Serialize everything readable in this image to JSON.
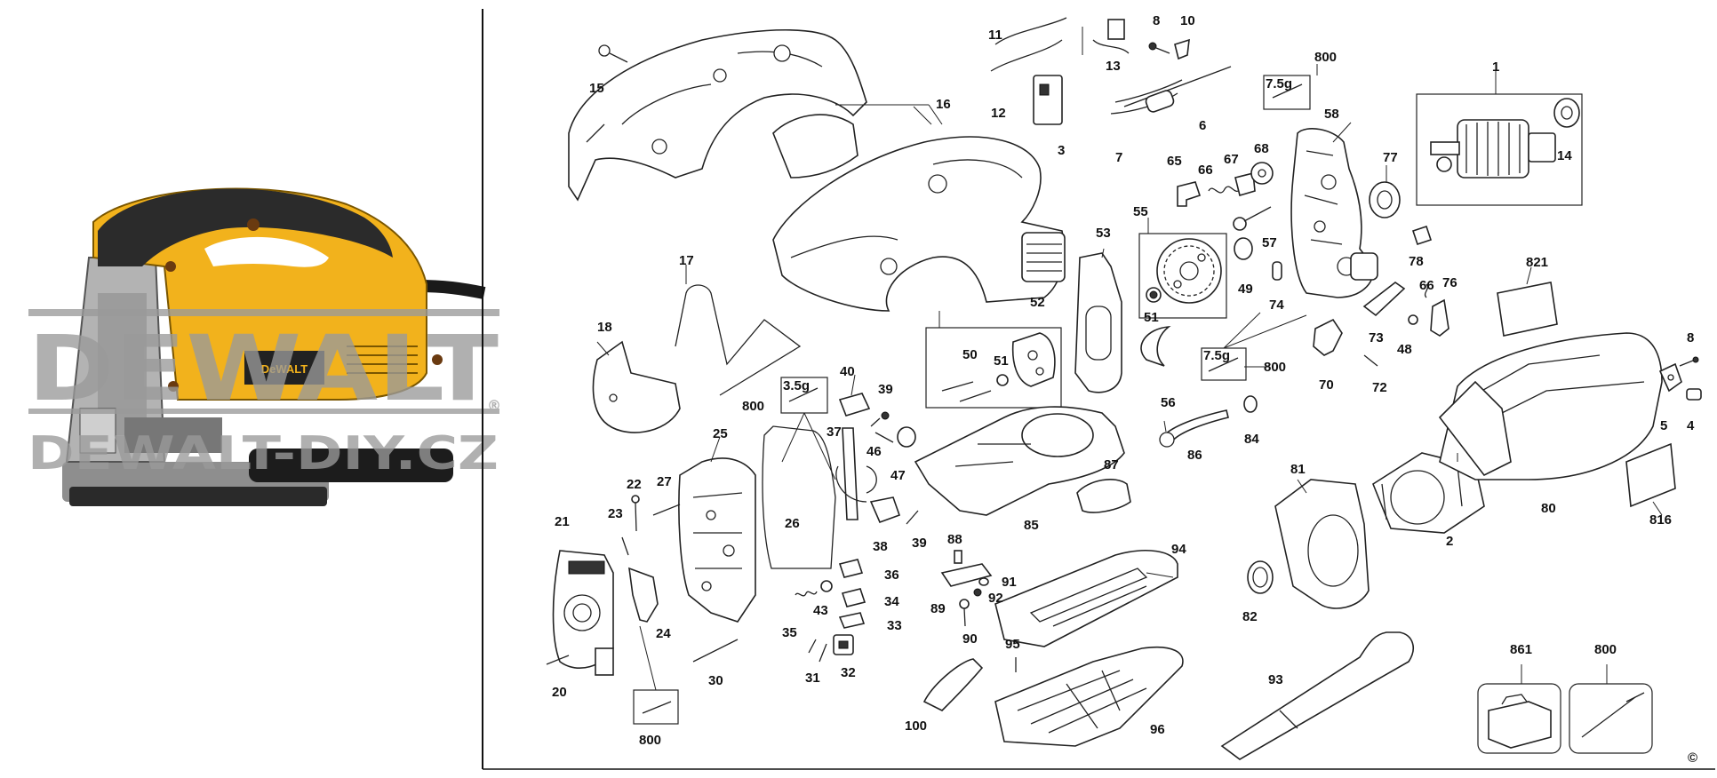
{
  "product_photo": {
    "description_icon": "jigsaw-photo",
    "colors": {
      "body": "#f2b21c",
      "grip": "#2b2b2b",
      "metal": "#a9a9a9",
      "dark": "#1a1a1a"
    }
  },
  "watermark": {
    "brand": "DEWALT",
    "registered": "®",
    "site": "DEWALT-DIY.CZ"
  },
  "weights": {
    "w1": "7.5g",
    "w2": "7.5g",
    "w3": "3.5g"
  },
  "copyright": "©",
  "labels": {
    "p1": "1",
    "p2": "2",
    "p3": "3",
    "p4": "4",
    "p5": "5",
    "p6": "6",
    "p7": "7",
    "p8a": "8",
    "p8b": "8",
    "p10": "10",
    "p11": "11",
    "p12": "12",
    "p13": "13",
    "p14": "14",
    "p15": "15",
    "p16": "16",
    "p17": "17",
    "p18": "18",
    "p20": "20",
    "p21": "21",
    "p22": "22",
    "p23": "23",
    "p24": "24",
    "p25": "25",
    "p26": "26",
    "p27": "27",
    "p30": "30",
    "p31": "31",
    "p32": "32",
    "p33": "33",
    "p34": "34",
    "p35": "35",
    "p36": "36",
    "p37": "37",
    "p38": "38",
    "p39a": "39",
    "p39b": "39",
    "p40": "40",
    "p43": "43",
    "p46": "46",
    "p47": "47",
    "p48": "48",
    "p49": "49",
    "p50": "50",
    "p51a": "51",
    "p51b": "51",
    "p52": "52",
    "p53": "53",
    "p55": "55",
    "p56": "56",
    "p57": "57",
    "p58": "58",
    "p65": "65",
    "p66a": "66",
    "p66b": "66",
    "p67": "67",
    "p68": "68",
    "p70": "70",
    "p72": "72",
    "p73": "73",
    "p74": "74",
    "p76": "76",
    "p77": "77",
    "p78": "78",
    "p80": "80",
    "p81": "81",
    "p82": "82",
    "p84": "84",
    "p85": "85",
    "p86": "86",
    "p87": "87",
    "p88": "88",
    "p89": "89",
    "p90": "90",
    "p91": "91",
    "p92": "92",
    "p93": "93",
    "p94": "94",
    "p95": "95",
    "p96": "96",
    "p100": "100",
    "p800a": "800",
    "p800b": "800",
    "p800c": "800",
    "p800d": "800",
    "p800e": "800",
    "p816": "816",
    "p821": "821",
    "p861": "861"
  }
}
